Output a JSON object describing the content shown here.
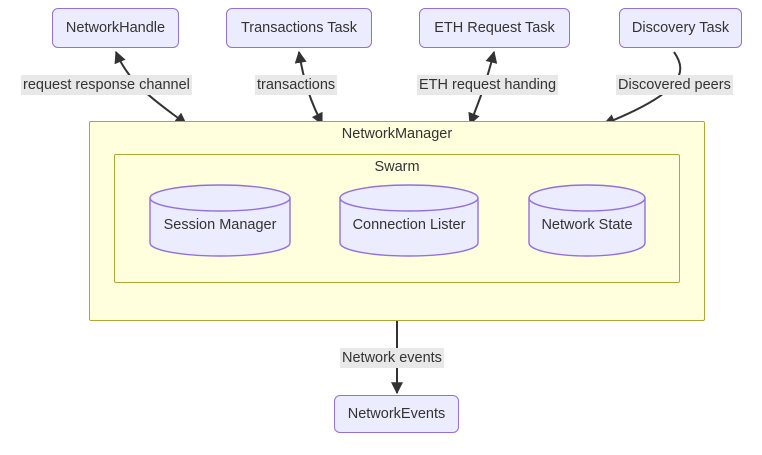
{
  "diagram": {
    "type": "flowchart",
    "title": "",
    "theme_colors": {
      "node_fill": "#ECECFF",
      "node_stroke": "#9370DB",
      "cluster_fill": "#ffffde",
      "cluster_stroke": "#aaaa33",
      "edge_stroke": "#333333",
      "text": "#333333",
      "edge_label_bg": "#e8e8e8",
      "background": "#ffffff"
    },
    "nodes": [
      {
        "id": "network-handle",
        "label": "NetworkHandle",
        "shape": "rounded-rect"
      },
      {
        "id": "transactions-task",
        "label": "Transactions Task",
        "shape": "rounded-rect"
      },
      {
        "id": "eth-request-task",
        "label": "ETH Request Task",
        "shape": "rounded-rect"
      },
      {
        "id": "discovery-task",
        "label": "Discovery Task",
        "shape": "rounded-rect"
      },
      {
        "id": "session-manager",
        "label": "Session Manager",
        "shape": "cylinder"
      },
      {
        "id": "connection-lister",
        "label": "Connection Lister",
        "shape": "cylinder"
      },
      {
        "id": "network-state",
        "label": "Network State",
        "shape": "cylinder"
      },
      {
        "id": "network-events",
        "label": "NetworkEvents",
        "shape": "rounded-rect"
      }
    ],
    "clusters": [
      {
        "id": "network-manager",
        "label": "NetworkManager"
      },
      {
        "id": "swarm",
        "label": "Swarm"
      }
    ],
    "edges": [
      {
        "id": "edge-request-response-channel",
        "label": "request response channel",
        "from": "network-manager",
        "to": "network-handle",
        "arrows": "both"
      },
      {
        "id": "edge-transactions",
        "label": "transactions",
        "from": "network-manager",
        "to": "transactions-task",
        "arrows": "both"
      },
      {
        "id": "edge-eth-request-handing",
        "label": "ETH request handing",
        "from": "network-manager",
        "to": "eth-request-task",
        "arrows": "both"
      },
      {
        "id": "edge-discovered-peers",
        "label": "Discovered peers",
        "from": "discovery-task",
        "to": "network-manager",
        "arrows": "end"
      },
      {
        "id": "edge-network-events",
        "label": "Network events",
        "from": "network-manager",
        "to": "network-events",
        "arrows": "end"
      }
    ]
  }
}
